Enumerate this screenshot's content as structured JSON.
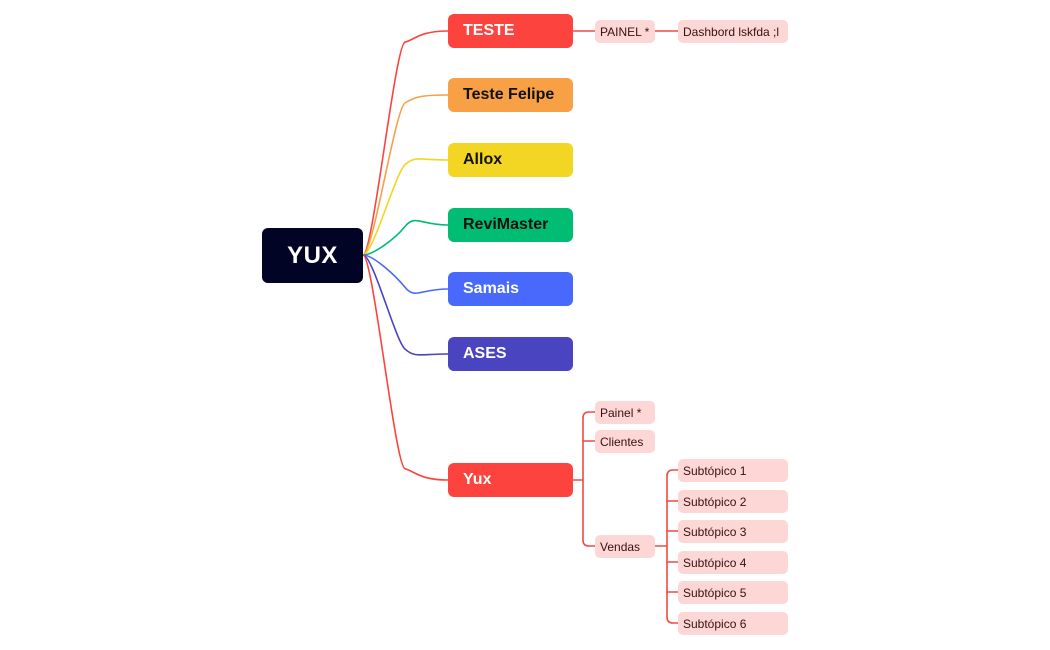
{
  "root": {
    "label": "YUX",
    "color": "#020426"
  },
  "branches": [
    {
      "id": "teste",
      "label": "TESTE",
      "color": "#fc433d",
      "text_color": "#ffffff"
    },
    {
      "id": "teste-felipe",
      "label": "Teste Felipe",
      "color": "#f7a046",
      "text_color": "#111111"
    },
    {
      "id": "allox",
      "label": "Allox",
      "color": "#f2d623",
      "text_color": "#111111"
    },
    {
      "id": "revimaster",
      "label": "ReviMaster",
      "color": "#00bd73",
      "text_color": "#111111"
    },
    {
      "id": "samais",
      "label": "Samais",
      "color": "#4969fd",
      "text_color": "#ffffff"
    },
    {
      "id": "ases",
      "label": "ASES",
      "color": "#4a44c0",
      "text_color": "#ffffff"
    },
    {
      "id": "yux",
      "label": "Yux",
      "color": "#fc433d",
      "text_color": "#ffffff"
    }
  ],
  "subtopics": {
    "teste": {
      "painel": "PAINEL *",
      "dashboard": "Dashbord lskfda ;l"
    },
    "yux": {
      "painel": "Painel *",
      "clientes": "Clientes",
      "vendas": "Vendas",
      "vendas_children": [
        "Subtópico 1",
        "Subtópico 2",
        "Subtópico 3",
        "Subtópico 4",
        "Subtópico 5",
        "Subtópico 6"
      ]
    }
  },
  "colors": {
    "leaf_bg": "#fcd7d6",
    "red_line": "#f04a45"
  }
}
